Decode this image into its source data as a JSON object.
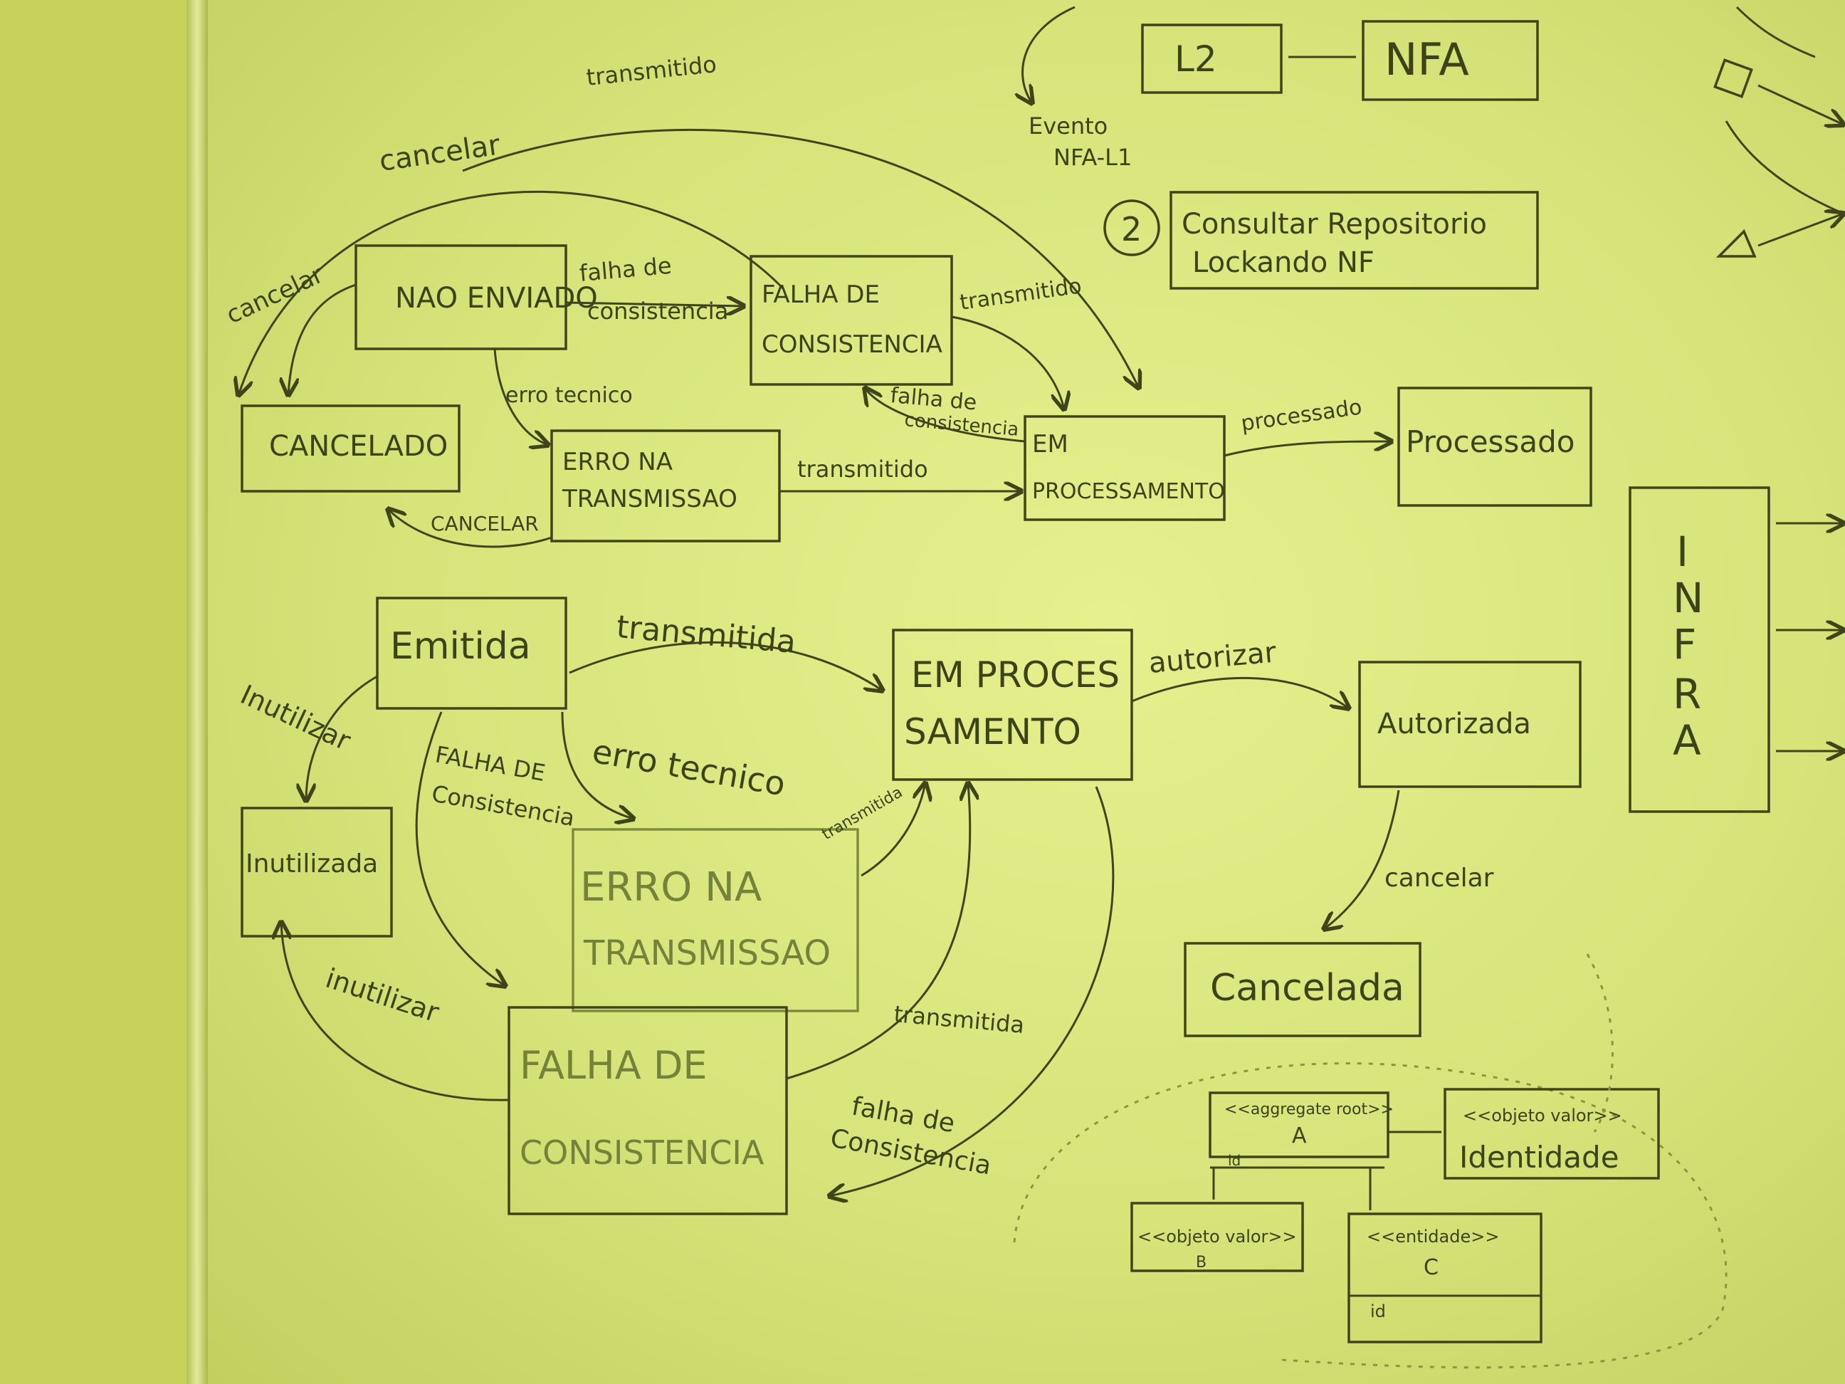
{
  "colors": {
    "board": "#d6e47a",
    "ink": "#3d4318",
    "faint_ink": "#75823a"
  },
  "top_diagram": {
    "states": {
      "nao_enviado": "NAO ENVIADO",
      "falha_consistencia": [
        "FALHA DE",
        "CONSISTENCIA"
      ],
      "cancelado": "CANCELADO",
      "erro_transmissao": [
        "ERRO NA",
        "TRANSMISSAO"
      ],
      "em_processamento": [
        "EM",
        "PROCESSAMENTO"
      ],
      "processado": "Processado"
    },
    "transitions": {
      "transmitido_top": "transmitido",
      "cancelar_top": "cancelar",
      "cancelar_left": "cancelar",
      "falha_consistencia": [
        "falha de",
        "consistencia"
      ],
      "transmitido_right": "transmitido",
      "erro_tecnico": "erro tecnico",
      "falha_back": [
        "falha de",
        "consistencia"
      ],
      "transmitido_mid": "transmitido",
      "processado": "processado",
      "cancelar_bottom": "CANCELAR"
    }
  },
  "top_right": {
    "l2": "L2",
    "nfa": "NFA",
    "evento": [
      "Evento",
      "NFA-L1"
    ],
    "step_number": "2",
    "consultar": [
      "Consultar Repositorio",
      "Lockando NF"
    ],
    "infra": [
      "I",
      "N",
      "F",
      "R",
      "A"
    ]
  },
  "bottom_diagram": {
    "states": {
      "emitida": "Emitida",
      "em_processamento": [
        "EM PROCES",
        "SAMENTO"
      ],
      "autorizada": "Autorizada",
      "inutilizada": "Inutilizada",
      "erro_transmissao": [
        "ERRO NA",
        "TRANSMISSAO"
      ],
      "cancelada": "Cancelada",
      "falha_consistencia": [
        "FALHA DE",
        "CONSISTENCIA"
      ]
    },
    "transitions": {
      "transmitida": "transmitida",
      "autorizar": "autorizar",
      "inutilizar_top": "Inutilizar",
      "falha_consistencia": [
        "FALHA DE",
        "Consistencia"
      ],
      "erro_tecnico": "erro tecnico",
      "transmitida_small": "transmitida",
      "cancelar": "cancelar",
      "inutilizar_bottom": "inutilizar",
      "transmitida_lower": "transmitida",
      "falha_back": [
        "falha de",
        "Consistencia"
      ]
    }
  },
  "ddd_diagram": {
    "aggregate": {
      "stereotype": "<<aggregate root>>",
      "name": "A",
      "field": "id"
    },
    "value_object": {
      "stereotype": "<<objeto valor>>",
      "name": "Identidade"
    },
    "object_b": {
      "stereotype": "<<objeto valor>>",
      "name": "B"
    },
    "entity_c": {
      "stereotype": "<<entidade>>",
      "name": "C",
      "field": "id"
    }
  }
}
